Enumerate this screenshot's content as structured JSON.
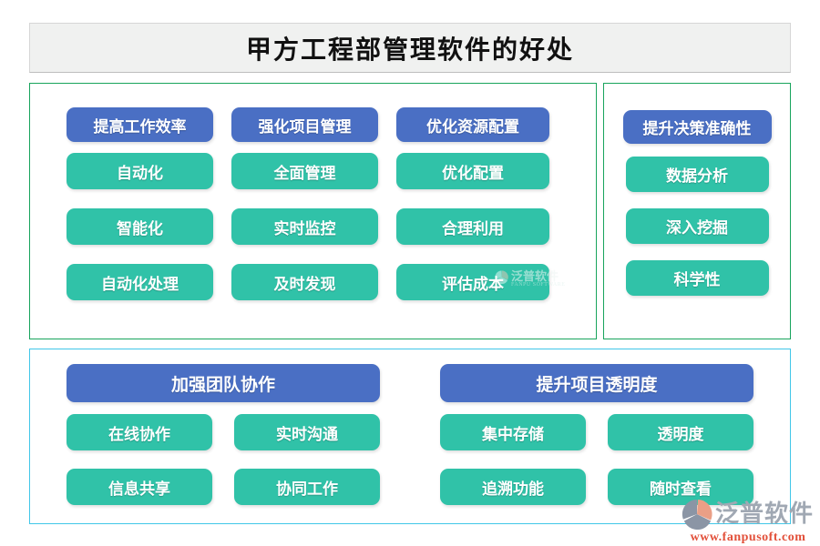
{
  "title": "甲方工程部管理软件的好处",
  "colors": {
    "header_blue": "#4a6fc4",
    "item_teal": "#30c2a8",
    "panel_border_green": "#18a45c",
    "panel_border_cyan": "#41c7e8",
    "title_bg": "#f0f1f0",
    "brand_gray": "#a0a8b3",
    "url_red": "#e2503a"
  },
  "panels": {
    "top_left": {
      "columns": [
        {
          "header": "提高工作效率",
          "items": [
            "自动化",
            "智能化",
            "自动化处理"
          ]
        },
        {
          "header": "强化项目管理",
          "items": [
            "全面管理",
            "实时监控",
            "及时发现"
          ]
        },
        {
          "header": "优化资源配置",
          "items": [
            "优化配置",
            "合理利用",
            "评估成本"
          ]
        }
      ]
    },
    "top_right": {
      "header": "提升决策准确性",
      "items": [
        "数据分析",
        "深入挖掘",
        "科学性"
      ]
    },
    "bottom": {
      "groups": [
        {
          "header": "加强团队协作",
          "items": [
            "在线协作",
            "实时沟通",
            "信息共享",
            "协同工作"
          ]
        },
        {
          "header": "提升项目透明度",
          "items": [
            "集中存储",
            "透明度",
            "追溯功能",
            "随时查看"
          ]
        }
      ]
    }
  },
  "watermark_small": {
    "brand": "泛普软件",
    "subtext": "FANPU SOFTWARE"
  },
  "logo": {
    "brand": "泛普软件",
    "url": "www.fanpusoft.com"
  }
}
